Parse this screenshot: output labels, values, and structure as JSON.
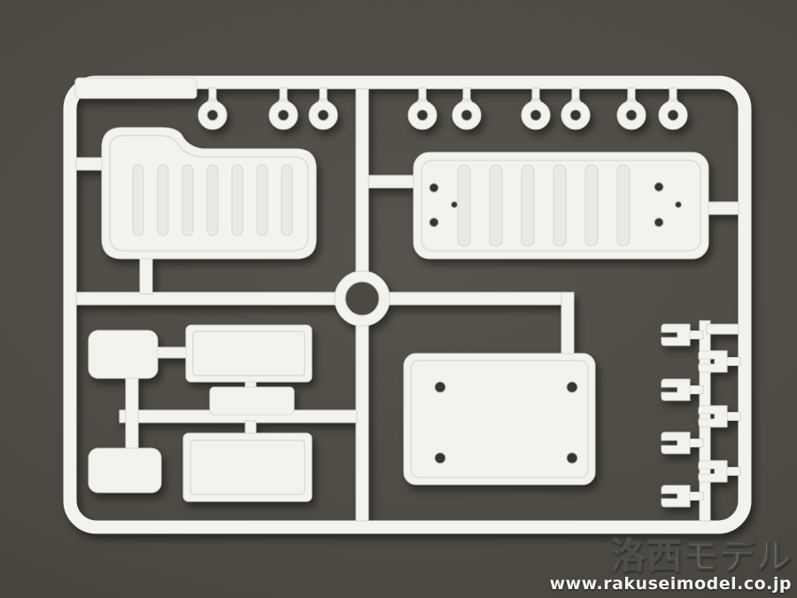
{
  "scene": {
    "description": "Photograph of a white injection-molded plastic model-kit sprue (parts runner) lying on a dark gray surface",
    "parts": [
      "rectangular runner frame with rounded corners",
      "molded tag bar at top-left",
      "9 round grommet washers along the top runner (3 left, 6 right)",
      "large ribbed stepped panel at upper left",
      "large ribbed rectangular panel with screw holes at upper right",
      "circular ring part at sprue center",
      "5 small rectangular plates at lower left",
      "flat base plate with 4 holes at lower right",
      "7 small fork-clip parts in a column at far right"
    ]
  },
  "watermark": {
    "logo": "洛西モデル",
    "url": "www.rakuseimodel.co.jp"
  },
  "colors": {
    "bg-center": "#56544c",
    "bg-edge": "#38372f",
    "plastic": "#f2f2ef",
    "hole": "#38362f",
    "ring-hole": "#4b4943",
    "logo-gray": "#98989a",
    "url-white": "#f5f5f2"
  }
}
